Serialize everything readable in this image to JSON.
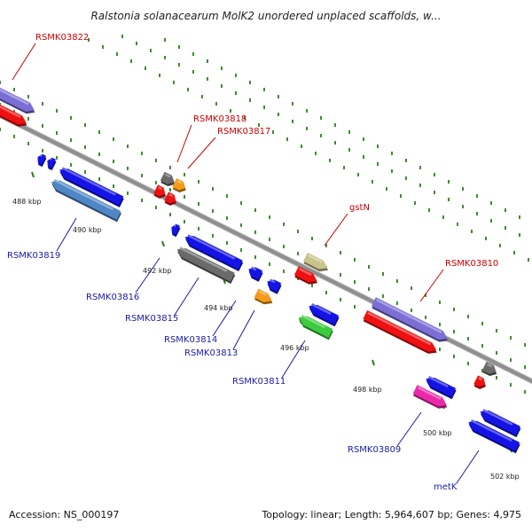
{
  "title": "Ralstonia solanacearum MolK2 unordered unplaced scaffolds, w...",
  "footer": {
    "accession": "Accession: NS_000197",
    "topology": "Topology: linear; Length: 5,964,607 bp; Genes: 4,975"
  },
  "colors": {
    "backbone": "#8e8e8e",
    "tick": "#2e7d1e",
    "label_forward": "#cc0000",
    "label_reverse": "#1a1aa6",
    "blue": "#1414e6",
    "red": "#ee1111",
    "purple": "#7b6fd6",
    "steel": "#4f86c4",
    "gray": "#6a6a6a",
    "orange": "#f39a1a",
    "khaki": "#c9c38c",
    "green": "#3ecb3e",
    "magenta": "#ea2aa8"
  },
  "ticks": [
    "488 kbp",
    "490 kbp",
    "492 kbp",
    "494 kbp",
    "496 kbp",
    "498 kbp",
    "500 kbp",
    "502 kbp"
  ],
  "gene_labels": {
    "forward": [
      "RSMK03822",
      "RSMK03818",
      "RSMK03817",
      "gstN",
      "RSMK03810"
    ],
    "reverse": [
      "RSMK03819",
      "RSMK03816",
      "RSMK03815",
      "RSMK03814",
      "RSMK03813",
      "RSMK03811",
      "RSMK03809",
      "metK"
    ]
  }
}
